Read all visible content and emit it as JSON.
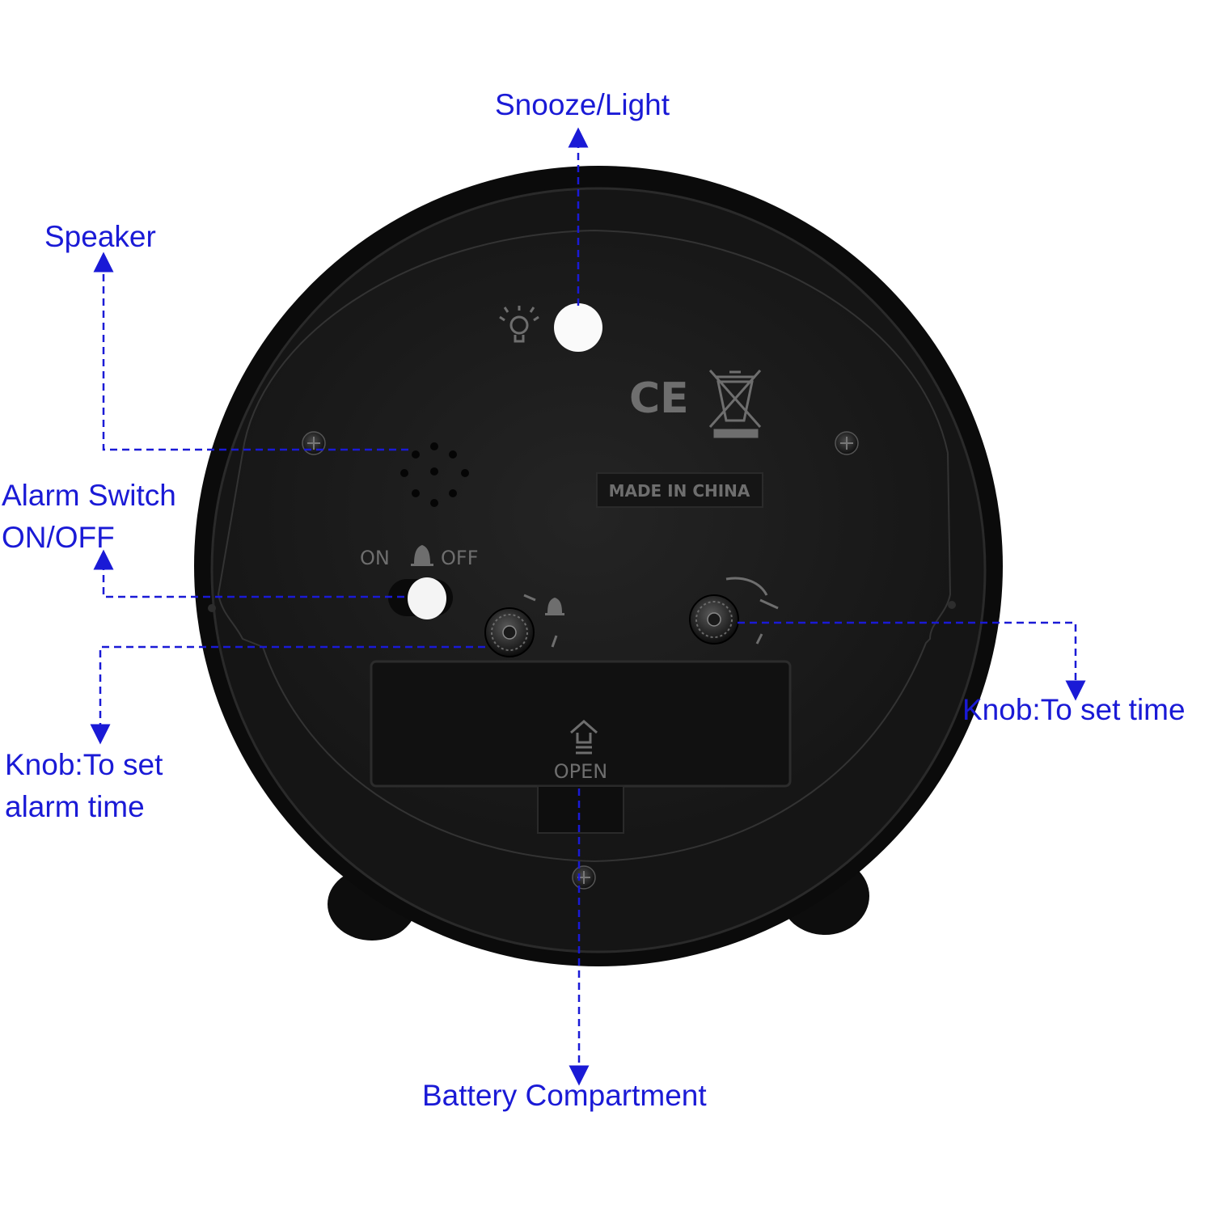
{
  "labels": {
    "snooze_light": "Snooze/Light",
    "speaker": "Speaker",
    "alarm_switch_line1": "Alarm Switch",
    "alarm_switch_line2": "ON/OFF",
    "knob_alarm_line1": "Knob:To set",
    "knob_alarm_line2": "alarm time",
    "knob_time": "Knob:To set time",
    "battery": "Battery Compartment"
  },
  "device": {
    "ce_mark": "CE",
    "made_in": "MADE IN CHINA",
    "switch_on": "ON",
    "switch_off": "OFF",
    "open_label": "OPEN"
  },
  "colors": {
    "annotation": "#1a1ad6",
    "body": "#111111",
    "face": "#1c1c1c",
    "imprint": "#6e6e6e"
  },
  "icons": [
    "lightbulb-icon",
    "bell-icon",
    "weee-bin-icon",
    "ce-mark-icon",
    "screw-icon",
    "knob-icon",
    "arrow-up-icon"
  ]
}
